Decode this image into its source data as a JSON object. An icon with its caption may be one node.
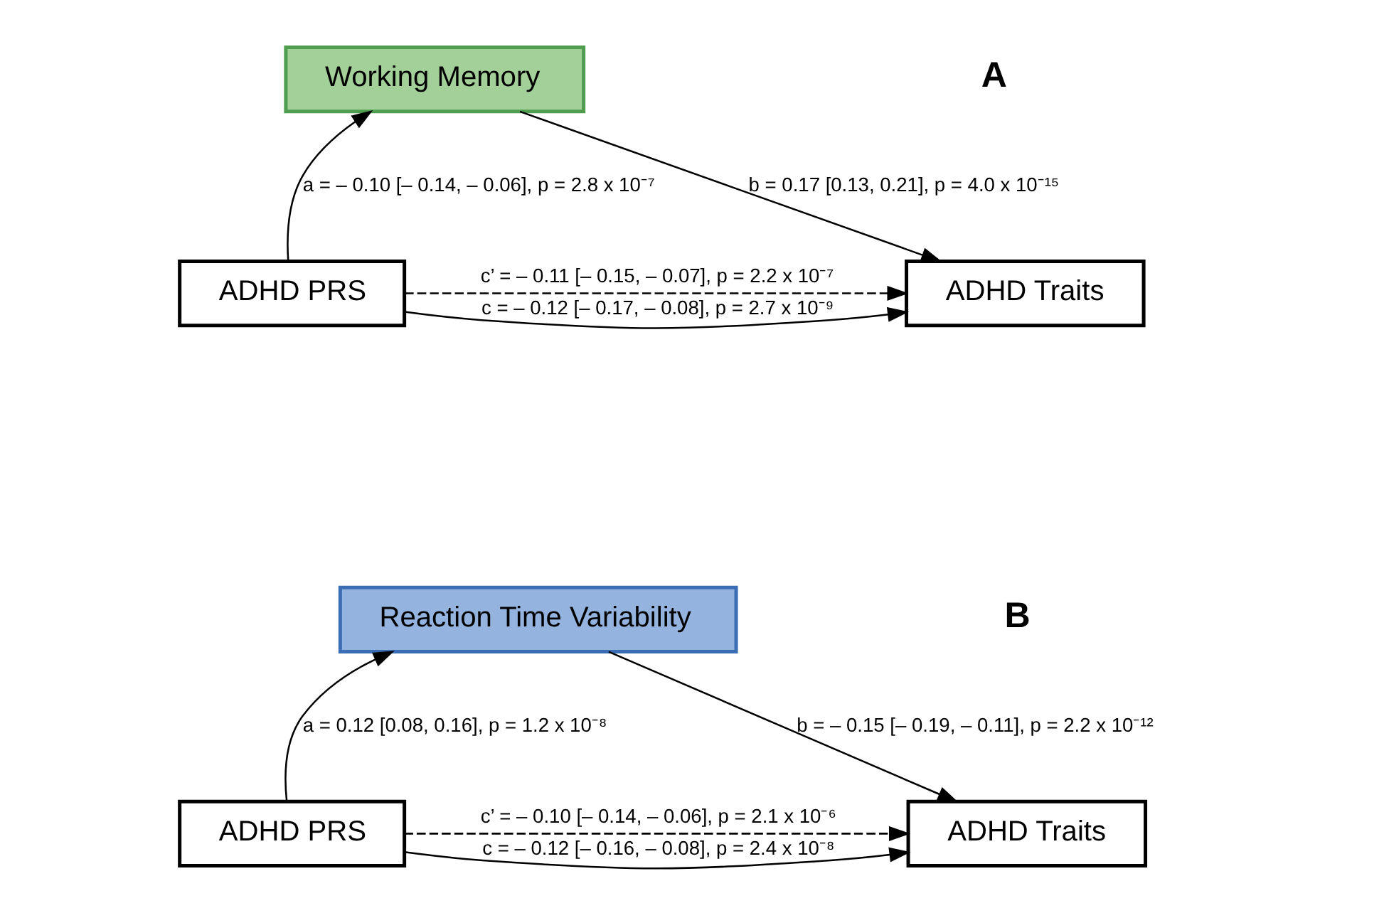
{
  "diagram": {
    "nodes": [
      {
        "text": [
          "Working Memory"
        ]
      },
      {
        "text": [
          "ADHD PRS"
        ]
      },
      {
        "text": [
          "ADHD Traits"
        ]
      },
      {
        "text": [
          "Reaction Time Variability"
        ]
      },
      {
        "text": [
          "ADHD PRS"
        ]
      },
      {
        "text": [
          "ADHD Traits"
        ]
      }
    ],
    "edges": [
      {
        "from": 1,
        "to": 0,
        "arrow": "to",
        "label": "a = – 0.10 [– 0.14, – 0.06], p = 2.8 x 10⁻⁷"
      },
      {
        "from": 0,
        "to": 2,
        "arrow": "to",
        "label": "b = 0.17 [0.13, 0.21], p = 4.0 x 10⁻¹⁵"
      },
      {
        "from": 1,
        "to": 2,
        "arrow": "to",
        "style": "dashed",
        "label": "c’ = – 0.11 [– 0.15, – 0.07], p = 2.2 x 10⁻⁷"
      },
      {
        "from": 1,
        "to": 2,
        "arrow": "to",
        "label": "c = – 0.12 [– 0.17, – 0.08], p = 2.7 x 10⁻⁹"
      },
      {
        "from": 4,
        "to": 3,
        "arrow": "to",
        "label": "a = 0.12 [0.08, 0.16], p = 1.2 x 10⁻⁸"
      },
      {
        "from": 3,
        "to": 5,
        "arrow": "to",
        "label": "b = – 0.15 [– 0.19, – 0.11], p = 2.2 x 10⁻¹²"
      },
      {
        "from": 4,
        "to": 5,
        "arrow": "to",
        "style": "dashed",
        "label": "c’ = – 0.10 [– 0.14, – 0.06], p = 2.1 x 10⁻⁶"
      },
      {
        "from": 4,
        "to": 5,
        "arrow": "to",
        "label": "c = – 0.12 [– 0.16, – 0.08], p = 2.4 x 10⁻⁸"
      }
    ],
    "labels": [
      "A",
      "B"
    ]
  }
}
